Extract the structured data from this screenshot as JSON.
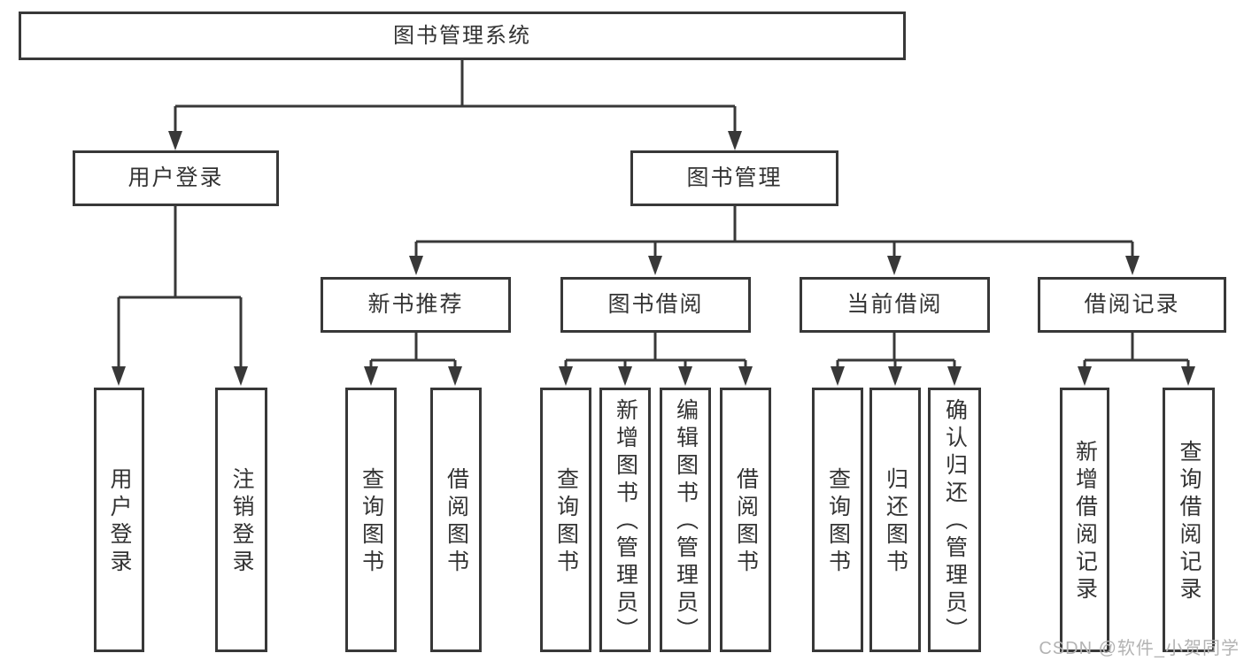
{
  "title_node": "图书管理系统",
  "user_login": {
    "label": "用户登录",
    "children": [
      "用户登录",
      "注销登录"
    ]
  },
  "book_management": {
    "label": "图书管理",
    "sections": [
      {
        "label": "新书推荐",
        "children": [
          "查询图书",
          "借阅图书"
        ]
      },
      {
        "label": "图书借阅",
        "children": [
          "查询图书",
          "新增图书（管理员）",
          "编辑图书（管理员）",
          "借阅图书"
        ]
      },
      {
        "label": "当前借阅",
        "children": [
          "查询图书",
          "归还图书",
          "确认归还（管理员）"
        ]
      },
      {
        "label": "借阅记录",
        "children": [
          "新增借阅记录",
          "查询借阅记录"
        ]
      }
    ]
  },
  "watermark": "CSDN @软件_小贺同学",
  "colors": {
    "line": "#383838",
    "text": "#333333",
    "background": "#ffffff",
    "watermark": "#b3b3b3"
  }
}
